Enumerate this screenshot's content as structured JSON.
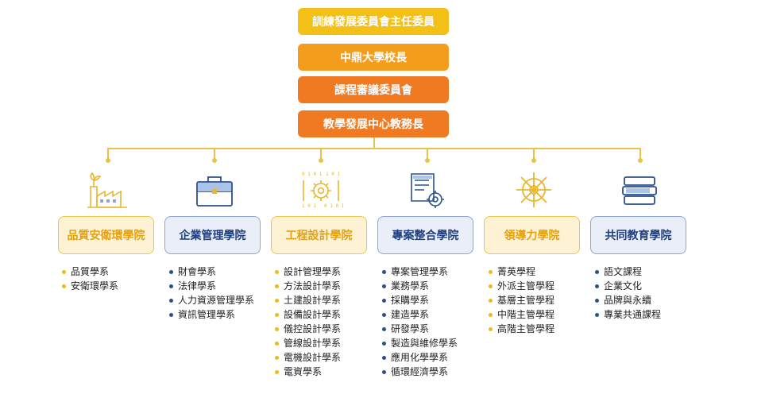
{
  "top_chain": [
    {
      "label": "訓練發展委員會主任委員",
      "color": "#f3c017"
    },
    {
      "label": "中鼎大學校長",
      "color": "#f49d1c"
    },
    {
      "label": "課程審議委員會",
      "color": "#ef7a22"
    },
    {
      "label": "教學發展中心教務長",
      "color": "#ef7a22"
    }
  ],
  "colors": {
    "connector": "#e9c24a",
    "gold_accent": "#ecc549",
    "blue_accent": "#2b4f8f"
  },
  "colleges": [
    {
      "name": "品質安衛環學院",
      "theme": "gold",
      "icon": "factory-icon",
      "items": [
        "品質學系",
        "安衛環學系"
      ]
    },
    {
      "name": "企業管理學院",
      "theme": "blue",
      "icon": "briefcase-icon",
      "items": [
        "財會學系",
        "法律學系",
        "人力資源管理學系",
        "資訊管理學系"
      ]
    },
    {
      "name": "工程設計學院",
      "theme": "gold",
      "icon": "gear-binary-icon",
      "items": [
        "設計管理學系",
        "方法設計學系",
        "土建設計學系",
        "設備設計學系",
        "儀控設計學系",
        "管線設計學系",
        "電機設計學系",
        "電資學系"
      ]
    },
    {
      "name": "專案整合學院",
      "theme": "blue",
      "icon": "document-gear-icon",
      "items": [
        "專案管理學系",
        "業務學系",
        "採購學系",
        "建造學系",
        "研發學系",
        "製造與維修學系",
        "應用化學學系",
        "循環經濟學系"
      ]
    },
    {
      "name": "領導力學院",
      "theme": "gold",
      "icon": "ship-wheel-icon",
      "items": [
        "菁英學程",
        "外派主管學程",
        "基層主管學程",
        "中階主管學程",
        "高階主管學程"
      ]
    },
    {
      "name": "共同教育學院",
      "theme": "blue",
      "icon": "books-icon",
      "items": [
        "語文課程",
        "企業文化",
        "品牌與永續",
        "專業共通課程"
      ]
    }
  ]
}
